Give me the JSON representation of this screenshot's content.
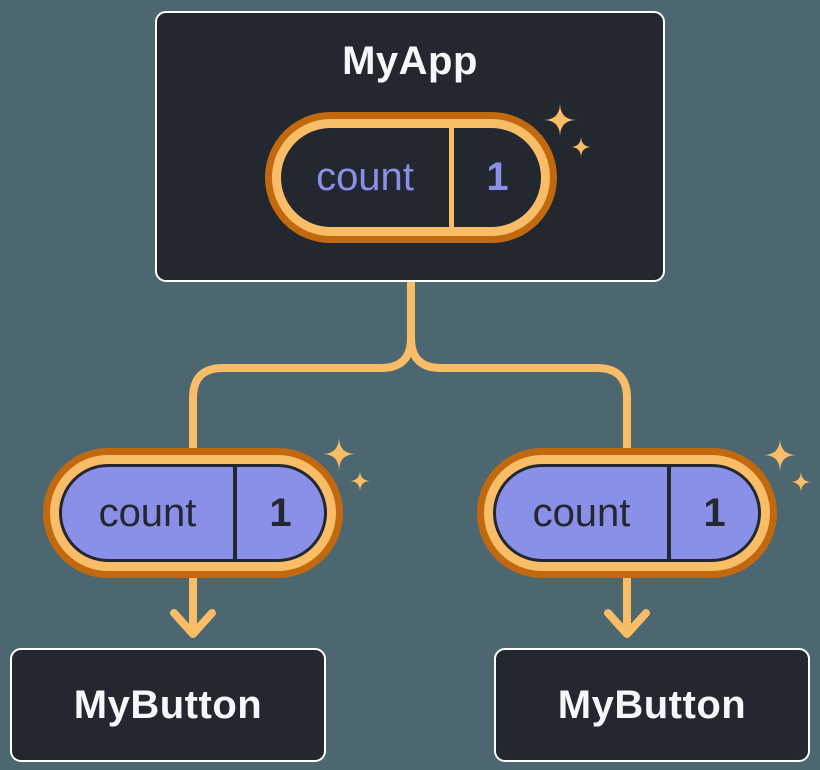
{
  "colors": {
    "background": "#4D6771",
    "node_fill": "#23272F",
    "node_border": "#FFFFFF",
    "node_text": "#F6F7F9",
    "ring_dark": "#C2690F",
    "ring_light": "#F8BD66",
    "pill_fill": "#8A90E8",
    "state_text_root": "#8A90E8",
    "ink": "#23272F",
    "connector": "#F8BD66"
  },
  "tree": {
    "root": {
      "title": "MyApp",
      "state": {
        "name": "count",
        "value": "1"
      }
    },
    "children": [
      {
        "title": "MyButton",
        "state": {
          "name": "count",
          "value": "1"
        }
      },
      {
        "title": "MyButton",
        "state": {
          "name": "count",
          "value": "1"
        }
      }
    ]
  }
}
